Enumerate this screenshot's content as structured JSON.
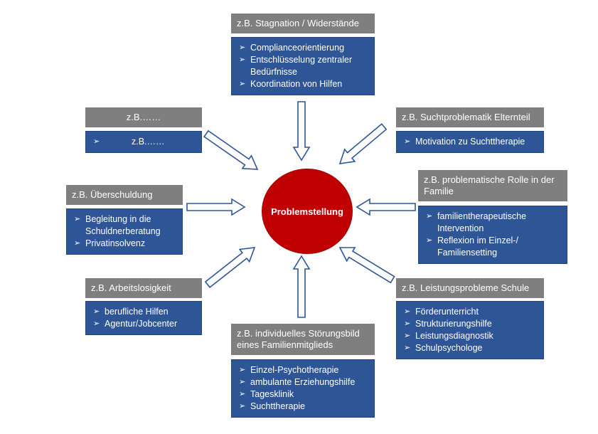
{
  "center": {
    "label": "Problemstellung"
  },
  "bullet_glyph": "➢",
  "colors": {
    "header": "#7f7f7f",
    "box": "#2e5596",
    "center": "#c00000",
    "arrow_stroke": "#2e5596"
  },
  "nodes": {
    "top": {
      "header": "z.B. Stagnation / Widerstände",
      "items": [
        "Complianceorientierung",
        "Entschlüsselung zentraler Bedürfnisse",
        "Koordination von Hilfen"
      ]
    },
    "top_left": {
      "header": "z.B.……",
      "items": [
        "z.B.……"
      ]
    },
    "top_right": {
      "header": "z.B. Suchtproblematik Elternteil",
      "items": [
        "Motivation zu Suchttherapie"
      ]
    },
    "left": {
      "header": "z.B. Überschuldung",
      "items": [
        "Begleitung in die Schuldnerberatung",
        "Privatinsolvenz"
      ]
    },
    "right": {
      "header": "z.B. problematische Rolle in der Familie",
      "items": [
        "familientherapeutische Intervention",
        "Reflexion im Einzel-/ Familiensetting"
      ]
    },
    "bottom_left": {
      "header": "z.B. Arbeitslosigkeit",
      "items": [
        "berufliche Hilfen",
        "Agentur/Jobcenter"
      ]
    },
    "bottom": {
      "header": "z.B. individuelles Störungsbild eines Familienmitglieds",
      "items": [
        "Einzel-Psychotherapie",
        "ambulante Erziehungshilfe",
        "Tagesklinik",
        "Suchttherapie"
      ]
    },
    "bottom_right": {
      "header": "z.B. Leistungsprobleme Schule",
      "items": [
        "Förderunterricht",
        "Strukturierungshilfe",
        "Leistungsdiagnostik",
        "Schulpsychologe"
      ]
    }
  }
}
